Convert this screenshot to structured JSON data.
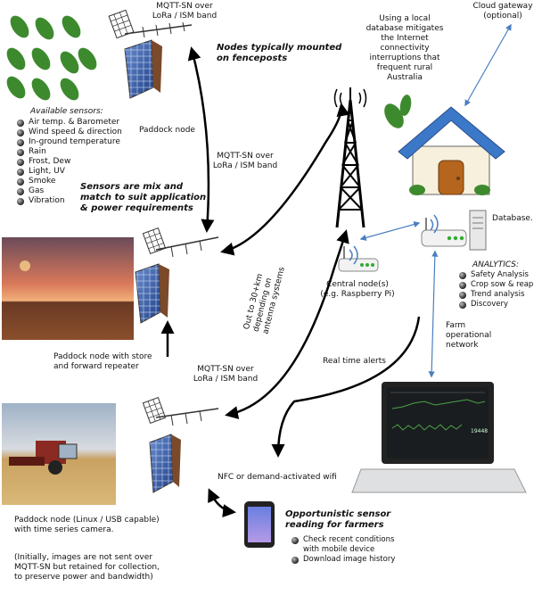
{
  "mqtt_top": [
    "MQTT-SN over",
    "LoRa / ISM band"
  ],
  "mqtt_mid": [
    "MQTT-SN over",
    "LoRa / ISM band"
  ],
  "mqtt_low": [
    "MQTT-SN over",
    "LoRa / ISM band"
  ],
  "nodes_mounted": [
    "Nodes typically mounted",
    "on fenceposts"
  ],
  "available_sensors_title": "Available sensors:",
  "sensors": [
    "Air temp. & Barometer",
    "Wind speed & direction",
    "In-ground temperature",
    "Rain",
    "Frost, Dew",
    "Light, UV",
    "Smoke",
    "Gas",
    "Vibration"
  ],
  "sensors_note": [
    "Sensors are mix and",
    "match to suit application",
    "& power requirements"
  ],
  "paddock_node": "Paddock node",
  "local_db_note": [
    "Using a local",
    "database mitigates",
    "the Internet",
    "connectivity",
    "interruptions that",
    "frequent rural",
    "Australia"
  ],
  "cloud_gateway": [
    "Cloud gateway",
    "(optional)"
  ],
  "database": "Database.",
  "analytics_title": "ANALYTICS:",
  "analytics": [
    "Safety Analysis",
    "Crop sow & reap",
    "Trend analysis",
    "Discovery"
  ],
  "central_node": [
    "Central node(s)",
    "(e.g. Raspberry Pi)"
  ],
  "range_note": [
    "Out to 30+km",
    "depending on",
    "antenna systems"
  ],
  "farm_network": [
    "Farm",
    "operational",
    "network"
  ],
  "realtime_alerts": "Real time alerts",
  "repeater_node": [
    "Paddock node with store",
    "and forward repeater"
  ],
  "nfc_wifi": "NFC or demand-activated wifi",
  "opportunistic": [
    "Opportunistic sensor",
    "reading for farmers"
  ],
  "farmer_actions": [
    "Check recent conditions",
    "with mobile device",
    "Download image history"
  ],
  "camera_node": [
    "Paddock node (Linux / USB capable)",
    "with time series camera."
  ],
  "camera_note": [
    "(Initially, images are not sent over",
    "MQTT-SN but retained for collection,",
    "to preserve power and bandwidth)"
  ],
  "laptop_screen_value": "19448",
  "colors": {
    "arrow_black": "#000000",
    "arrow_blue": "#4a7fc0",
    "leaf": "#3d8a2e",
    "roof": "#3c78c8",
    "house_wall": "#f6f0dc",
    "door": "#b5651d"
  }
}
